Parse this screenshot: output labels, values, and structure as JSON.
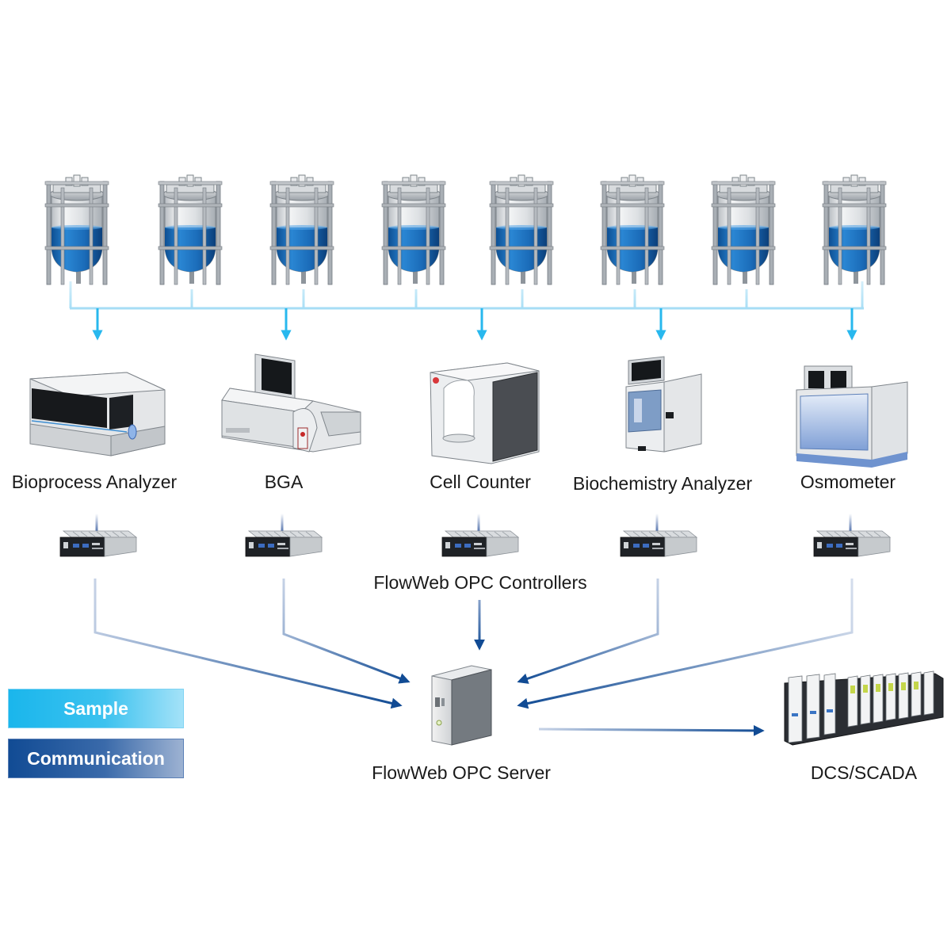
{
  "analyzers": [
    {
      "label": "Bioprocess Analyzer"
    },
    {
      "label": "BGA"
    },
    {
      "label": "Cell Counter"
    },
    {
      "label": "Biochemistry Analyzer"
    },
    {
      "label": "Osmometer"
    }
  ],
  "controllers_label": "FlowWeb OPC Controllers",
  "server_label": "FlowWeb OPC Server",
  "dcs_label": "DCS/SCADA",
  "legend": {
    "sample_label": "Sample",
    "communication_label": "Communication"
  },
  "colors": {
    "sample": "#1ab6ec",
    "communication": "#114b94",
    "liquid": "#1a6bb8"
  }
}
